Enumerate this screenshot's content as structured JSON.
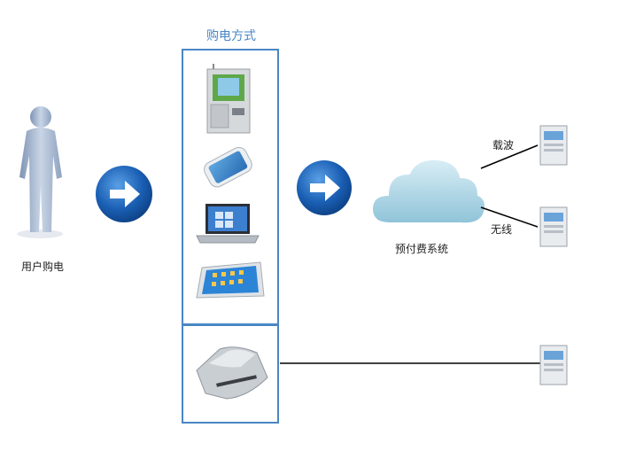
{
  "diagram": {
    "title": "购电方式",
    "user_label": "用户购电",
    "system_label": "预付费系统",
    "carrier_label": "载波",
    "wireless_label": "无线"
  },
  "colors": {
    "border": "#4a86c5",
    "arrow_circle": "#1a5fb4",
    "cloud": "#a9d4e6"
  },
  "icons": [
    "person-icon",
    "arrow-right-icon",
    "kiosk-icon",
    "smartphone-icon",
    "laptop-icon",
    "tablet-icon",
    "card-reader-icon",
    "cloud-icon",
    "meter-icon"
  ]
}
